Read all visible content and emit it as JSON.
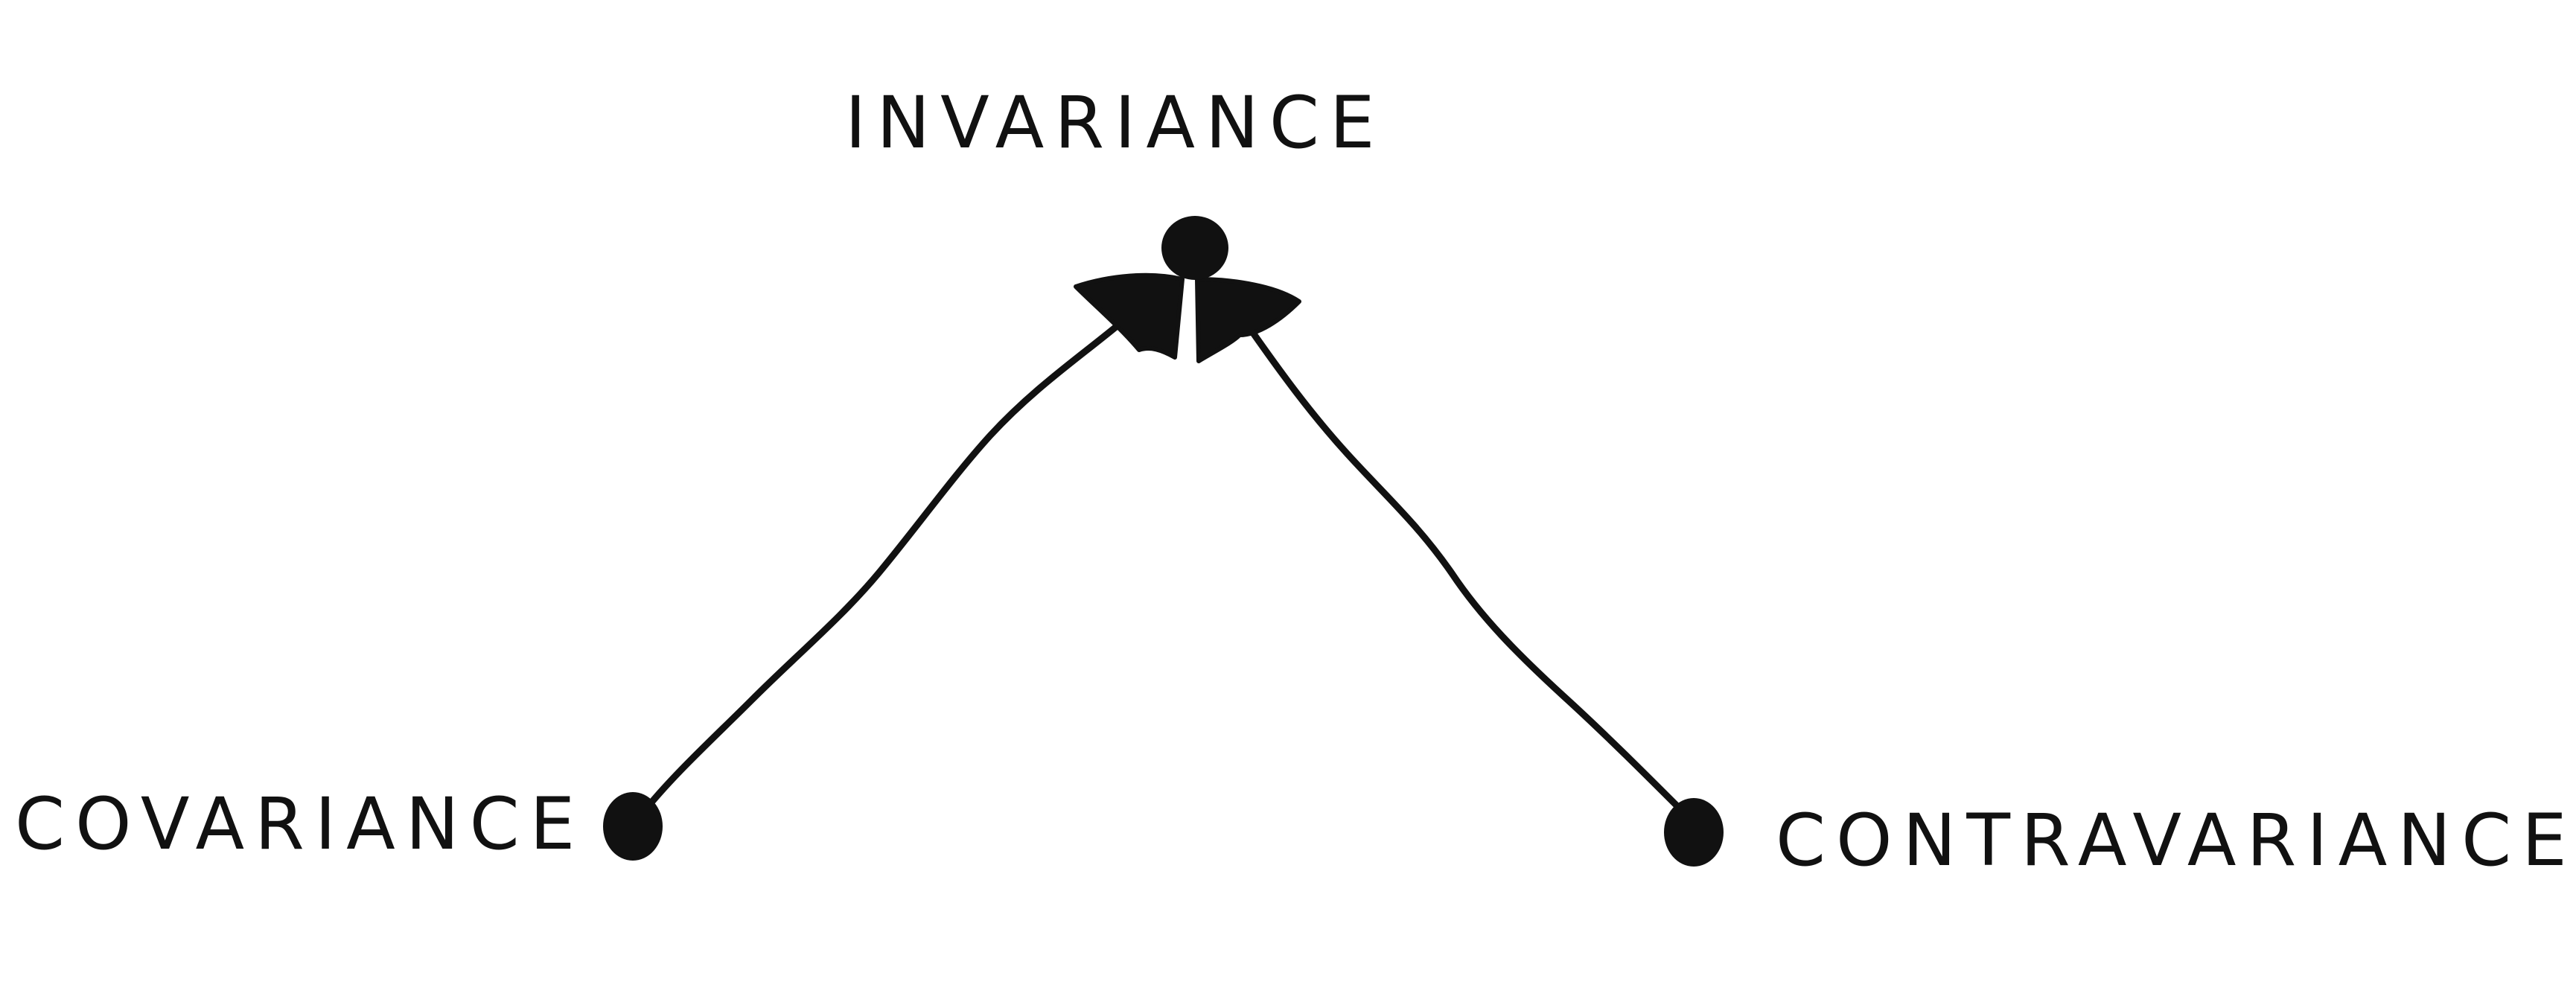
{
  "diagram": {
    "nodes": {
      "invariance": {
        "label": "INVARIANCE"
      },
      "covariance": {
        "label": "COVARIANCE"
      },
      "contravariance": {
        "label": "CONTRAVARIANCE"
      }
    },
    "edges": [
      {
        "from": "covariance",
        "to": "invariance",
        "arrow": "head-at-target"
      },
      {
        "from": "contravariance",
        "to": "invariance",
        "arrow": "head-at-target"
      }
    ],
    "style": {
      "ink_color": "#111111",
      "background": "#ffffff"
    }
  }
}
